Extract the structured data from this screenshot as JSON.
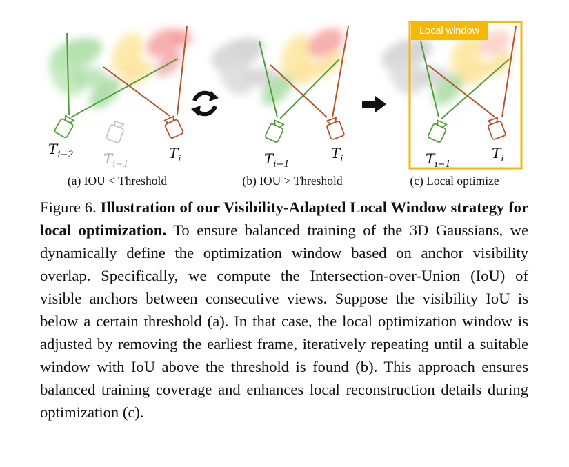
{
  "figure": {
    "window_tag": "Local window",
    "panels": [
      {
        "caption": "(a) IOU < Threshold",
        "cameras": [
          {
            "sym": "T",
            "sub": "i−2",
            "state": "active"
          },
          {
            "sym": "T",
            "sub": "i−1",
            "state": "removed"
          },
          {
            "sym": "T",
            "sub": "i",
            "state": "active"
          }
        ]
      },
      {
        "caption": "(b) IOU > Threshold",
        "cameras": [
          {
            "sym": "T",
            "sub": "i−1",
            "state": "active"
          },
          {
            "sym": "T",
            "sub": "i",
            "state": "active"
          }
        ]
      },
      {
        "caption": "(c) Local optimize",
        "cameras": [
          {
            "sym": "T",
            "sub": "i−1",
            "state": "active"
          },
          {
            "sym": "T",
            "sub": "i",
            "state": "active"
          }
        ]
      }
    ],
    "icons": {
      "cycle": "refresh-cycle-icon",
      "arrow": "right-arrow-icon"
    },
    "colors": {
      "green": "#4f9e3a",
      "orange": "#b4532a",
      "gray": "#b9b9b9",
      "window": "#f6b800"
    }
  },
  "caption": {
    "label": "Figure 6.",
    "title": "Illustration of our Visibility-Adapted Local Window strategy for local optimization.",
    "body": "To ensure balanced training of the 3D Gaussians, we dynamically define the optimization window based on anchor visibility overlap. Specifically, we compute the Intersection-over-Union (IoU) of visible anchors between consecutive views. Suppose the visibility IoU is below a certain threshold (a). In that case, the local optimization window is adjusted by removing the earliest frame, iteratively repeating until a suitable window with IoU above the threshold is found (b). This approach ensures balanced training coverage and enhances local reconstruction details during optimization (c)."
  }
}
